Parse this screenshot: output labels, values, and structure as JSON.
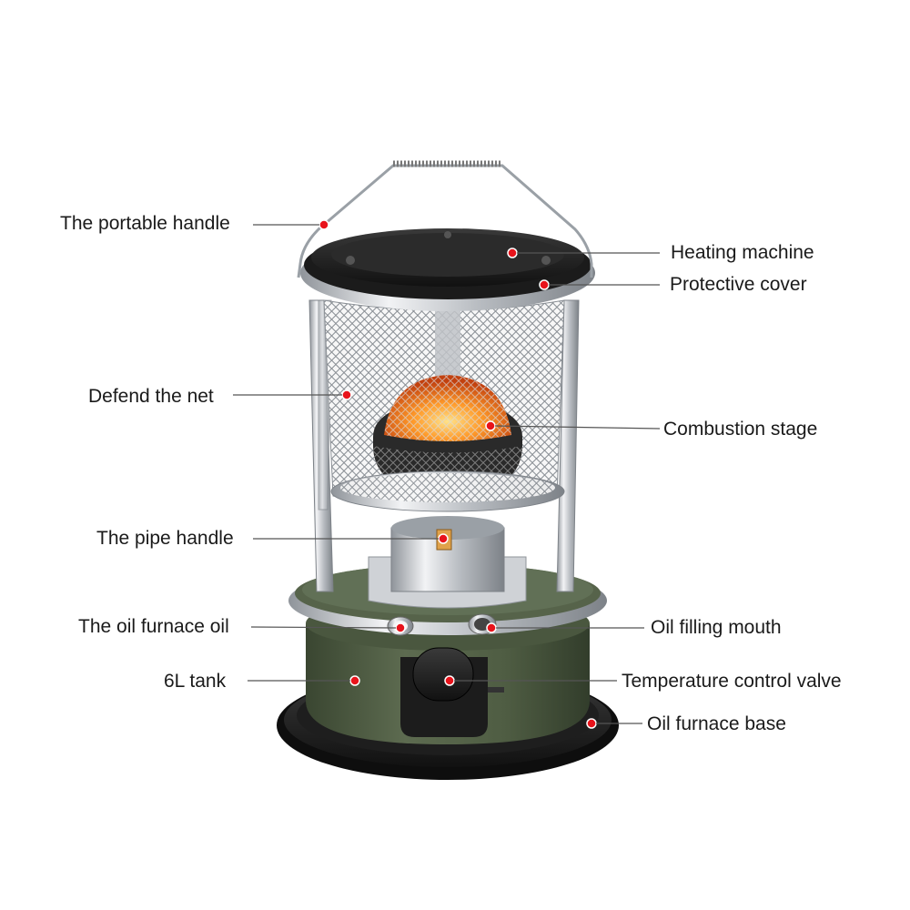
{
  "colors": {
    "tank": "#4f5d43",
    "tank_shade": "#3a4631",
    "chrome": "#c9ccd0",
    "black": "#1c1c1c",
    "marker": "#e8131b",
    "glow": "#ff8a1e"
  },
  "parts": {
    "portable_handle": "The portable handle",
    "heating_machine": "Heating machine",
    "protective_cover": "Protective cover",
    "defend_net": "Defend the net",
    "combustion_stage": "Combustion stage",
    "pipe_handle": "The pipe handle",
    "oil_furnace_oil": "The oil furnace oil",
    "oil_filling_mouth": "Oil filling mouth",
    "tank": "6L tank",
    "temperature_valve": "Temperature control valve",
    "furnace_base": "Oil furnace base"
  }
}
